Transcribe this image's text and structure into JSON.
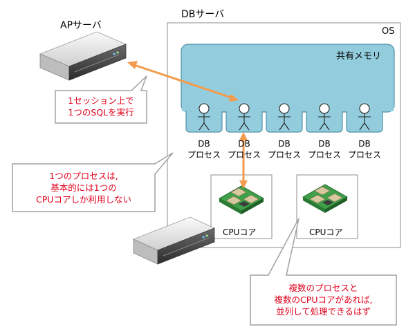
{
  "ap_server": {
    "label": "APサーバ"
  },
  "db_server": {
    "label": "DBサーバ",
    "os_label": "OS",
    "shared_memory_label": "共有メモリ",
    "processes": [
      {
        "line1": "DB",
        "line2": "プロセス"
      },
      {
        "line1": "DB",
        "line2": "プロセス"
      },
      {
        "line1": "DB",
        "line2": "プロセス"
      },
      {
        "line1": "DB",
        "line2": "プロセス"
      },
      {
        "line1": "DB",
        "line2": "プロセス"
      }
    ],
    "cpu_cores": [
      {
        "label": "CPUコア"
      },
      {
        "label": "CPUコア"
      }
    ]
  },
  "callouts": {
    "session": {
      "line1": "1セッション上で",
      "line2": "1つのSQLを実行"
    },
    "process": {
      "line1": "1つのプロセスは,",
      "line2": "基本的には1つの",
      "line3": "CPUコアしか利用しない"
    },
    "parallel": {
      "line1": "複数のプロセスと",
      "line2": "複数のCPUコアがあれば,",
      "line3": "並列して処理できるはず"
    }
  },
  "colors": {
    "shared_memory_fill": "#93cddd",
    "shared_memory_stroke": "#4f91a8",
    "arrow": "#f39a4c",
    "callout_text": "#e0001b",
    "server_body": "#e8e8e8",
    "chip_board": "#3fa04a"
  }
}
